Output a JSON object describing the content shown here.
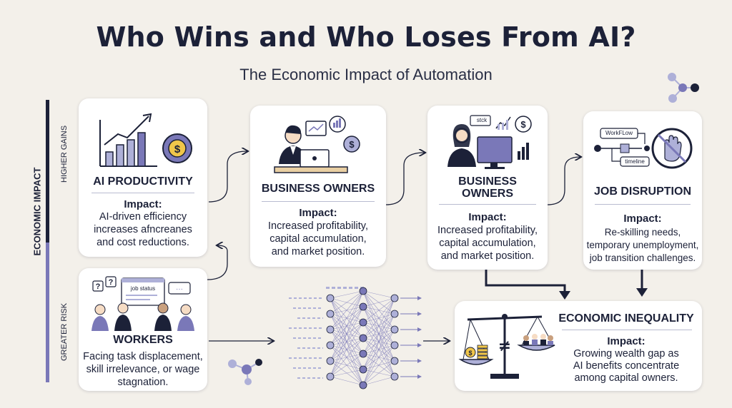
{
  "title": "Who Wins and Who Loses From AI?",
  "subtitle": "The Economic Impact of Automation",
  "axis": {
    "main": "ECONOMIC IMPACT",
    "top": "HIGHER GAINS",
    "bottom": "GREATER RISK"
  },
  "cards": {
    "ai_productivity": {
      "title": "AI PRODUCTIVITY",
      "impact_label": "Impact:",
      "lines": [
        "AI-driven efficiency",
        "increases afncreanes",
        "and cost reductions."
      ]
    },
    "business_owners_1": {
      "title": "BUSINESS OWNERS",
      "impact_label": "Impact:",
      "lines": [
        "Increased profitability,",
        "capital accumulation,",
        "and market position."
      ]
    },
    "business_owners_2": {
      "title_lines": [
        "BUSINESS",
        "OWNERS"
      ],
      "impact_label": "Impact:",
      "lines": [
        "Increased profitability,",
        "capital accumulation,",
        "and market position."
      ],
      "stck": "stck"
    },
    "job_disruption": {
      "title": "JOB DISRUPTION",
      "impact_label": "Impact:",
      "lines": [
        "Re-skilling needs,",
        "temporary unemployment,",
        "job transition challenges."
      ],
      "workflow": "WorkFLow",
      "timeline": "timeline"
    },
    "workers": {
      "title": "WORKERS",
      "lines": [
        "Facing task displacement,",
        "skill irrelevance, or wage",
        "stagnation."
      ],
      "job_status": "job status"
    },
    "economic_inequality": {
      "title": "ECONOMIC INEQUALITY",
      "impact_label": "Impact:",
      "lines": [
        "Growing wealth gap as",
        "AI benefits concentrate",
        "among capital owners."
      ]
    }
  },
  "colors": {
    "navy": "#1c2138",
    "purple": "#7a78b8",
    "lavender": "#aeb0d8",
    "gold": "#f0c64a",
    "background": "#f3f0ea"
  }
}
